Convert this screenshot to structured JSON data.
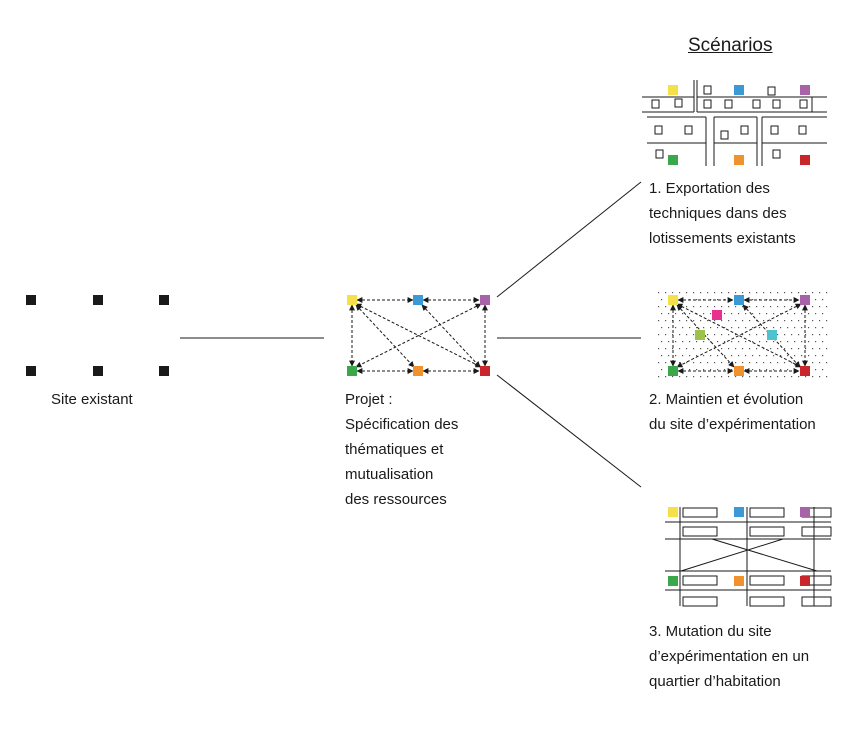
{
  "title": "Scénarios",
  "site_label": "Site existant",
  "project_label": [
    "Projet :",
    "Spécification des",
    "thématiques et",
    "mutualisation",
    "des ressources"
  ],
  "scenario_1": [
    "1. Exportation des",
    "techniques dans des",
    "lotissements existants"
  ],
  "scenario_2": [
    "2. Maintien et évolution",
    "du site d’expérimentation"
  ],
  "scenario_3": [
    "3. Mutation du site",
    "d’expérimentation en un",
    "quartier d’habitation"
  ],
  "colors": {
    "yellow": "#f5e04a",
    "blue": "#3b9ad6",
    "purple": "#a863a8",
    "green": "#3aa84a",
    "orange": "#f0922e",
    "red": "#c8262b",
    "pink": "#e8308e",
    "lime": "#9dc24a",
    "cyan": "#4ec3cf",
    "black": "#1a1a1a"
  }
}
